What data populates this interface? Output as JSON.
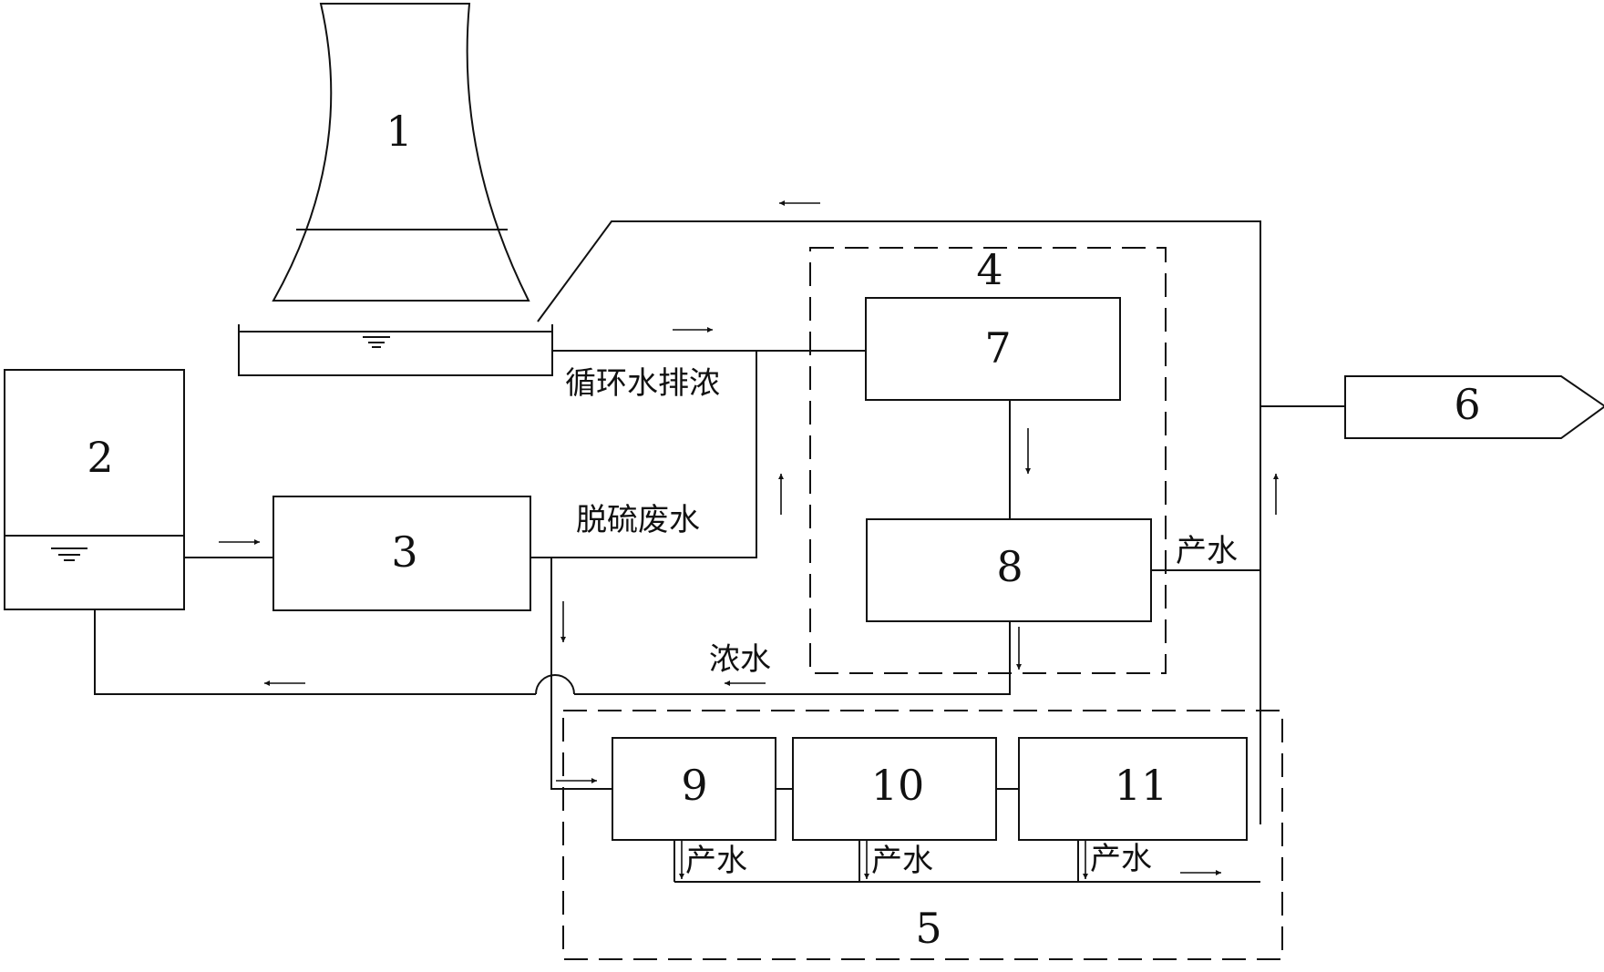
{
  "nodes": {
    "n1": "1",
    "n2": "2",
    "n3": "3",
    "n4": "4",
    "n5": "5",
    "n6": "6",
    "n7": "7",
    "n8": "8",
    "n9": "9",
    "n10": "10",
    "n11": "11"
  },
  "labels": {
    "circulating_blowdown": "循环水排浓",
    "desulfurization_wastewater": "脱硫废水",
    "concentrate": "浓水",
    "product_water_8": "产水",
    "product_water_9": "产水",
    "product_water_10": "产水",
    "product_water_11": "产水"
  }
}
